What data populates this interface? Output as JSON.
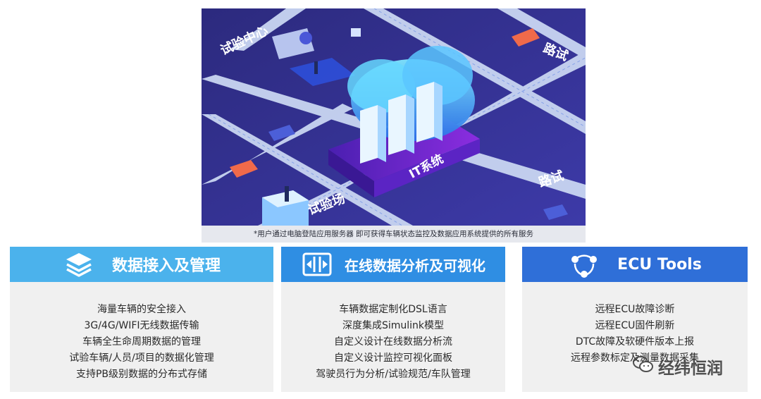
{
  "hero": {
    "labels": {
      "test_center": "试验中心",
      "road_test_top": "路试",
      "road_test_bottom": "路试",
      "test_field": "试验场",
      "it_system": "IT系统"
    },
    "caption": "*用户通过电脑登陆应用服务器 即可获得车辆状态监控及数据应用系统提供的所有服务"
  },
  "cards": [
    {
      "title": "数据接入及管理",
      "icon": "layers-icon",
      "color": "#4bb2ec",
      "items": [
        "海量车辆的安全接入",
        "3G/4G/WIFI无线数据传输",
        "车辆全生命周期数据的管理",
        "试验车辆/人员/项目的数据化管理",
        "支持PB级别数据的分布式存储"
      ]
    },
    {
      "title": "在线数据分析及可视化",
      "icon": "transfer-icon",
      "color": "#2f8ee3",
      "items": [
        "车辆数据定制化DSL语言",
        "深度集成Simulink模型",
        "自定义设计在线数据分析流",
        "自定义设计监控可视化面板",
        "驾驶员行为分析/试验规范/车队管理"
      ]
    },
    {
      "title": "ECU Tools",
      "icon": "network-icon",
      "color": "#2f6fd8",
      "items": [
        "远程ECU故障诊断",
        "远程ECU固件刷新",
        "DTC故障及软硬件版本上报",
        "远程参数标定及测量数据采集"
      ]
    }
  ],
  "watermark": {
    "text": "经纬恒润",
    "icon": "wechat-icon"
  }
}
